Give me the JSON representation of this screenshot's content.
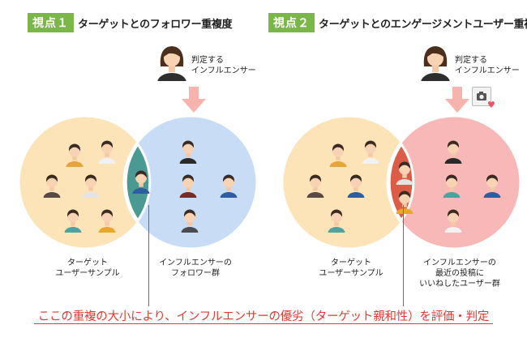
{
  "left": {
    "tag": "視点１",
    "heading": "ターゲットとのフォロワー重複度",
    "influencer_label": [
      "判定する",
      "インフルエンサー"
    ],
    "left_circle_label": [
      "ターゲット",
      "ユーザーサンプル"
    ],
    "right_circle_label": [
      "インフルエンサーの",
      "フォロワー群"
    ]
  },
  "right": {
    "tag": "視点２",
    "heading": "ターゲットとのエンゲージメントユーザー重複度",
    "influencer_label": [
      "判定する",
      "インフルエンサー"
    ],
    "left_circle_label": [
      "ターゲット",
      "ユーザーサンプル"
    ],
    "right_circle_label": [
      "インフルエンサーの",
      "最近の投稿に",
      "いいねしたユーザー群"
    ]
  },
  "footer": "ここの重複の大小により、インフルエンサーの優劣（ターゲット親和性）を評価・判定",
  "colors": {
    "tag_green": "#7ab648",
    "target_circle": "#fde3b8",
    "follower_circle": "#c8ddf5",
    "follower_overlap": "#4a9a93",
    "engaged_circle": "#f8b8b8",
    "engaged_overlap": "#dd5c47",
    "arrow_pink": "#f7b3ad",
    "accent_red": "#e23a32"
  },
  "icons": {
    "influencer": "woman-avatar-icon",
    "person": "person-avatar-icon",
    "photo": "camera-photo-icon",
    "like": "heart-icon"
  }
}
